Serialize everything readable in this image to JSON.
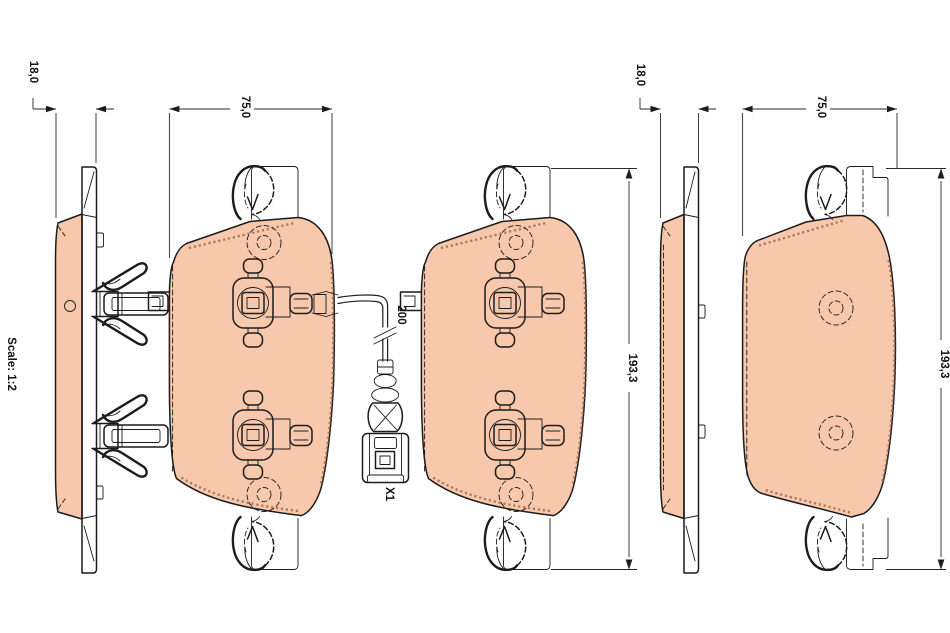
{
  "drawing": {
    "scale_label": "Scale: 1:2",
    "colors": {
      "pad_fill": "#f7c8ab",
      "line": "#1c1c1c"
    },
    "dims": {
      "thickness_left": "18,0",
      "width_inner": "75,0",
      "wire_length": "200",
      "connector": "X1",
      "length_inner": "193,3",
      "thickness_right": "18,0",
      "width_outer": "75,0",
      "length_outer": "193,3"
    }
  }
}
